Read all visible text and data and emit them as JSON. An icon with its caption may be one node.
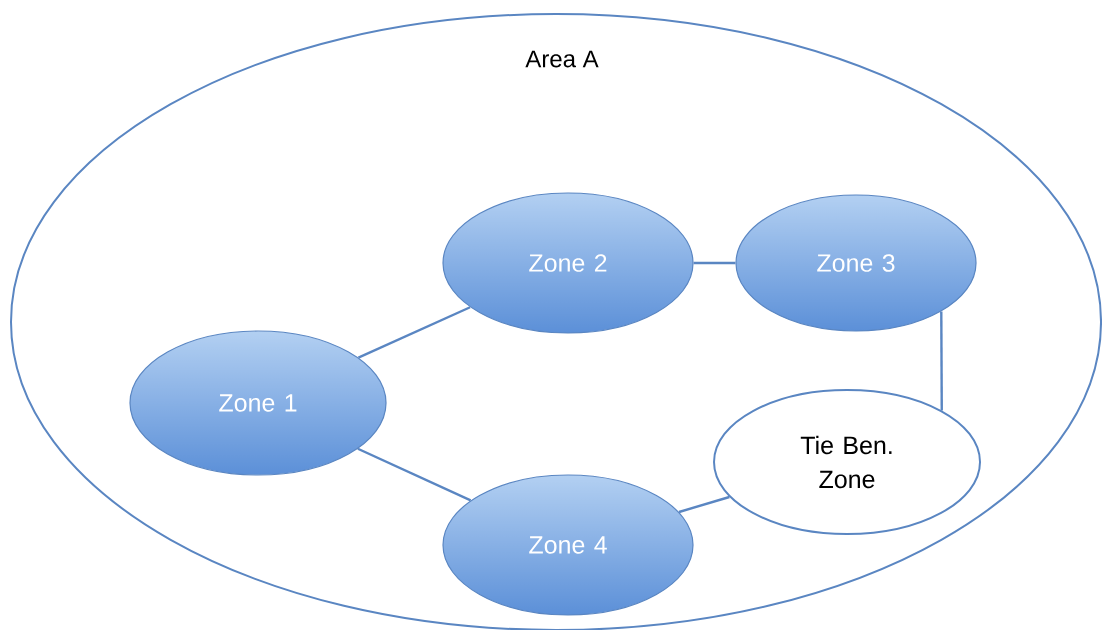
{
  "diagram": {
    "nodes": [
      {
        "text": [
          "Area A"
        ]
      },
      {
        "text": [
          "Zone 1"
        ],
        "in": 0
      },
      {
        "text": [
          "Zone 2"
        ],
        "in": 0
      },
      {
        "text": [
          "Zone 3"
        ],
        "in": 0
      },
      {
        "text": [
          "Tie Ben. Zone"
        ],
        "in": 0
      },
      {
        "text": [
          "Zone 4"
        ],
        "in": 0
      }
    ],
    "edges": [
      {
        "from": 1,
        "to": 2,
        "arrow": "none"
      },
      {
        "from": 2,
        "to": 3,
        "arrow": "none"
      },
      {
        "from": 3,
        "to": 4,
        "arrow": "none"
      },
      {
        "from": 1,
        "to": 5,
        "arrow": "none"
      },
      {
        "from": 5,
        "to": 4,
        "arrow": "none"
      }
    ]
  }
}
